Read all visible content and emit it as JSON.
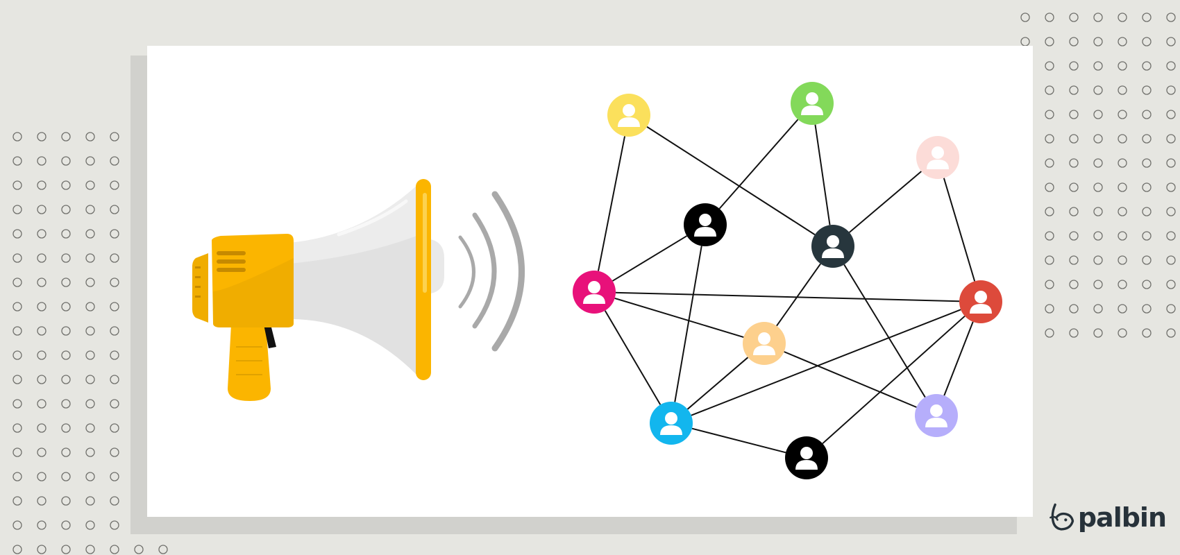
{
  "brand": {
    "name": "palbin",
    "text_color": "#27323a"
  },
  "colors": {
    "background": "#e6e6e1",
    "card": "#ffffff",
    "card_shadow": "#d1d1cd",
    "dot_outline": "#6f6f6b",
    "megaphone_body": "#fbb500",
    "megaphone_shade": "#f0ad00",
    "megaphone_horn": "#e0e0e0",
    "sound_waves": "#a9a9a9",
    "network_links": "#111111"
  },
  "illustration": {
    "megaphone_icon": "megaphone-icon",
    "sound_waves_icon": "sound-waves-icon",
    "network": {
      "user_icon": "user-icon",
      "nodes": [
        {
          "id": "yellow",
          "color": "#fbe05c"
        },
        {
          "id": "green",
          "color": "#83d95a"
        },
        {
          "id": "pink",
          "color": "#fcdcd8"
        },
        {
          "id": "black-top",
          "color": "#000000"
        },
        {
          "id": "dark-slate",
          "color": "#27363d"
        },
        {
          "id": "magenta",
          "color": "#e8117a"
        },
        {
          "id": "red",
          "color": "#dd4a3b"
        },
        {
          "id": "peach",
          "color": "#fdd08d"
        },
        {
          "id": "cyan",
          "color": "#12b6ee"
        },
        {
          "id": "lavender",
          "color": "#b6aefb"
        },
        {
          "id": "black-bottom",
          "color": "#000000"
        }
      ],
      "links": [
        [
          "yellow",
          "magenta"
        ],
        [
          "yellow",
          "dark-slate"
        ],
        [
          "green",
          "black-top"
        ],
        [
          "green",
          "dark-slate"
        ],
        [
          "pink",
          "dark-slate"
        ],
        [
          "pink",
          "red"
        ],
        [
          "black-top",
          "magenta"
        ],
        [
          "black-top",
          "cyan"
        ],
        [
          "magenta",
          "red"
        ],
        [
          "magenta",
          "peach"
        ],
        [
          "magenta",
          "cyan"
        ],
        [
          "dark-slate",
          "peach"
        ],
        [
          "dark-slate",
          "lavender"
        ],
        [
          "peach",
          "cyan"
        ],
        [
          "peach",
          "lavender"
        ],
        [
          "red",
          "cyan"
        ],
        [
          "red",
          "lavender"
        ],
        [
          "red",
          "black-bottom"
        ],
        [
          "cyan",
          "black-bottom"
        ]
      ]
    }
  }
}
